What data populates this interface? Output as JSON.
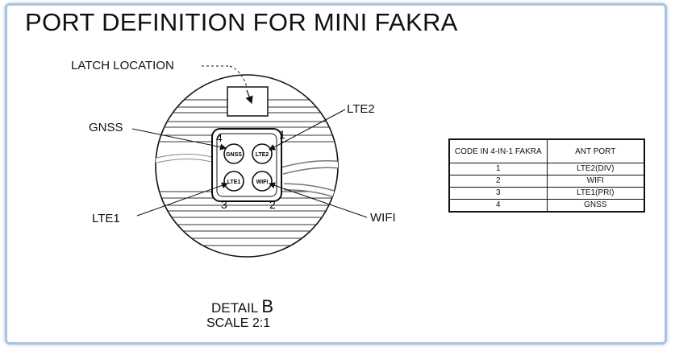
{
  "title": "PORT DEFINITION FOR MINI FAKRA",
  "labels": {
    "latch": "LATCH LOCATION",
    "gnss": "GNSS",
    "lte2": "LTE2",
    "lte1": "LTE1",
    "wifi": "WIFI"
  },
  "connector": {
    "port_gnss": "GNSS",
    "port_lte2": "LTE2",
    "port_lte1": "LTE1",
    "port_wifi": "WIFI",
    "num_4": "4",
    "num_1": "1",
    "num_3": "3",
    "num_2": "2"
  },
  "detail": {
    "text": "DETAIL ",
    "letter": "B",
    "scale": "SCALE 2:1"
  },
  "table": {
    "headers": [
      "CODE IN 4-IN-1 FAKRA",
      "ANT PORT"
    ],
    "rows": [
      [
        "1",
        "LTE2(DIV)"
      ],
      [
        "2",
        "WIFI"
      ],
      [
        "3",
        "LTE1(PRI)"
      ],
      [
        "4",
        "GNSS"
      ]
    ]
  },
  "colors": {
    "frame": "#a9c3dd",
    "ink": "#111111"
  }
}
